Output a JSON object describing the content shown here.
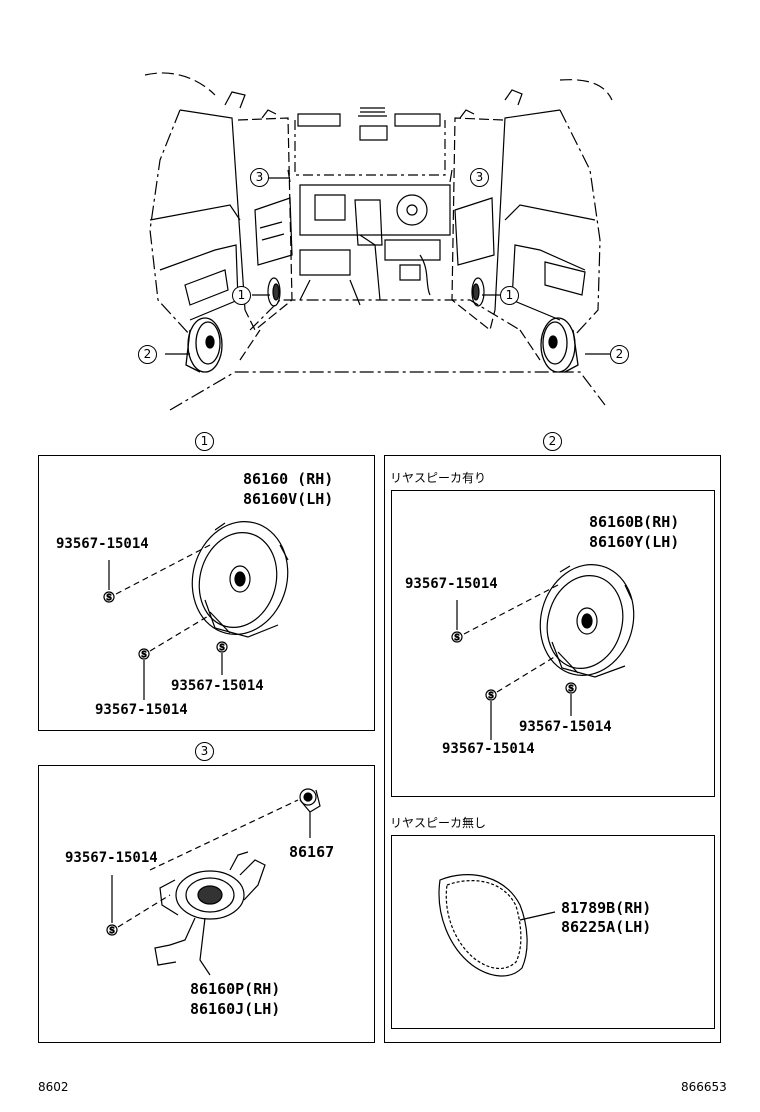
{
  "callouts": {
    "c1": "1",
    "c2": "2",
    "c3": "3"
  },
  "section1": {
    "part_rh": "86160 (RH)",
    "part_lh": "86160V(LH)",
    "screw_a": "93567-15014",
    "screw_b": "93567-15014",
    "screw_c": "93567-15014"
  },
  "section2": {
    "heading_with": "リヤスピーカ有り",
    "part_rh": "86160B(RH)",
    "part_lh": "86160Y(LH)",
    "screw_a": "93567-15014",
    "screw_b": "93567-15014",
    "screw_c": "93567-15014",
    "heading_without": "リヤスピーカ無し",
    "cover_rh": "81789B(RH)",
    "cover_lh": "86225A(LH)"
  },
  "section3": {
    "screw": "93567-15014",
    "clip": "86167",
    "part_rh": "86160P(RH)",
    "part_lh": "86160J(LH)"
  },
  "footer": {
    "left": "8602",
    "right": "866653"
  }
}
